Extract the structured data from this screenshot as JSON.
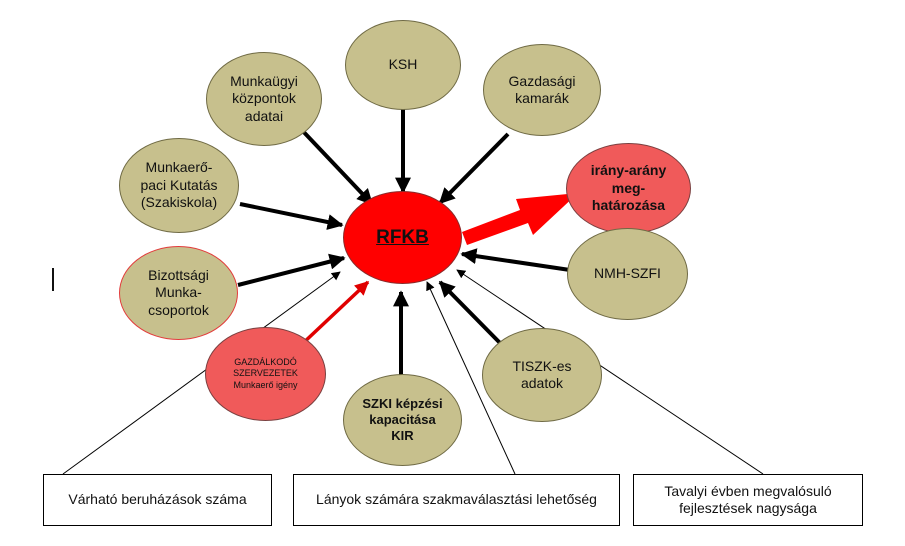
{
  "nodes": {
    "center": "RFKB",
    "ksh": "KSH",
    "munkaugyi": "Munkaügyi központok adatai",
    "gazdasagi": "Gazdasági kamarák",
    "munkaeropiaci": "Munkaerő-paci Kutatás (Szakiskola)",
    "iranyarany": "irány-arány meg-határozása",
    "bizottsagi": "Bizottsági Munka-csoportok",
    "nmh": "NMH-SZFI",
    "gazdalkodo": "GAZDÁLKODÓ SZERVEZETEK Munkaerő igény",
    "tiszk": "TISZK-es adatok",
    "szki": "SZKI képzési kapacitása KIR"
  },
  "boxes": {
    "varhato": "Várható beruházások száma",
    "lanyok": "Lányok számára szakmaválasztási lehetőség",
    "tavalyi": "Tavalyi évben megvalósuló fejlesztések nagysága"
  },
  "colors": {
    "node_fill": "#c7c08d",
    "center_fill": "#ff0000",
    "highlight_fill": "#f05a5a",
    "arrow_black": "#000000",
    "arrow_red": "#ff0000"
  }
}
